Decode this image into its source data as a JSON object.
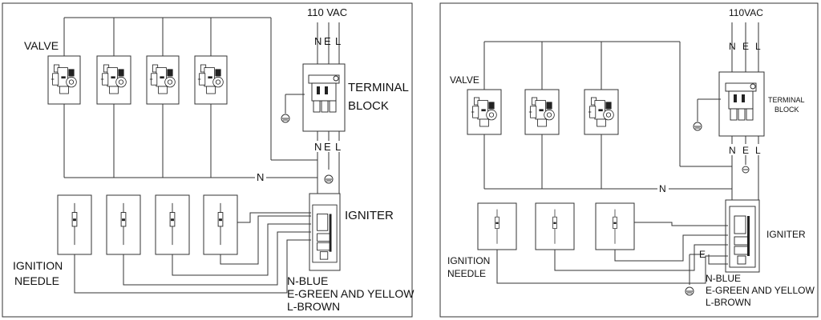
{
  "left": {
    "supply": "110 VAC",
    "top_terminals": [
      "N",
      "E",
      "L"
    ],
    "bottom_terminals": [
      "N",
      "E",
      "L"
    ],
    "valve_label": "VALVE",
    "terminal_block_label": [
      "TERMINAL",
      "BLOCK"
    ],
    "neutral_label": "N",
    "igniter_label": "IGNITER",
    "needle_label": [
      "IGNITION",
      "NEEDLE"
    ],
    "legend": [
      "N-BLUE",
      "E-GREEN AND YELLOW",
      "L-BROWN"
    ]
  },
  "right": {
    "supply": "110VAC",
    "top_terminals": [
      "N",
      "E",
      "L"
    ],
    "bottom_terminals": [
      "N",
      "E",
      "L"
    ],
    "valve_label": "VALVE",
    "terminal_block_label": [
      "TERMINAL",
      "BLOCK"
    ],
    "neutral_label": "N",
    "earth_label": "E",
    "igniter_label": "IGNITER",
    "needle_label": [
      "IGNITION",
      "NEEDLE"
    ],
    "legend": [
      "N-BLUE",
      "E-GREEN AND YELLOW",
      "L-BROWN"
    ]
  }
}
